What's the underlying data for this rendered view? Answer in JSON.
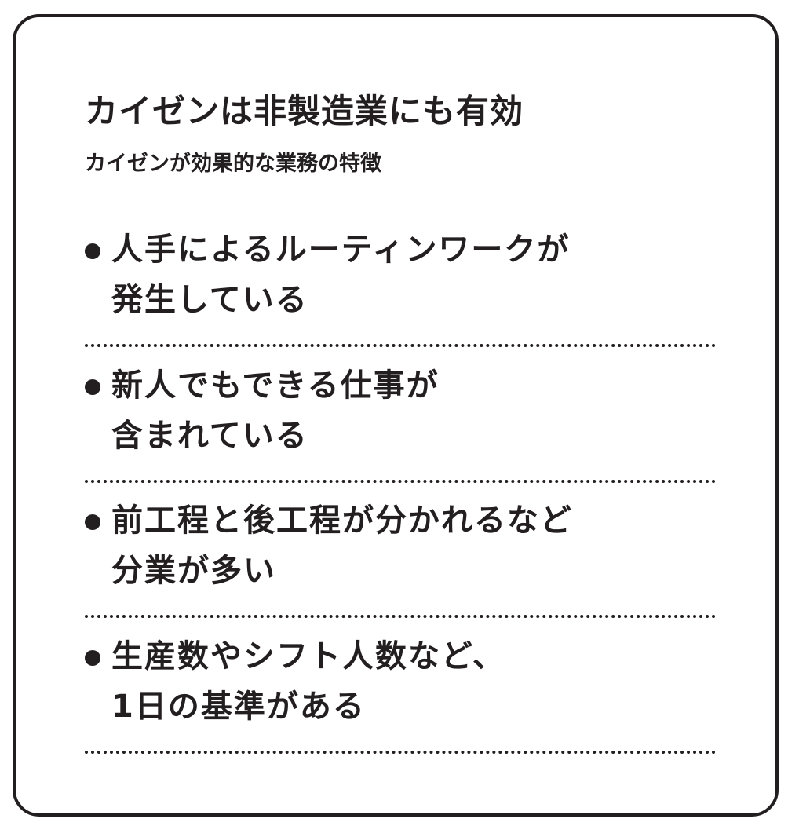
{
  "title": "カイゼンは非製造業にも有効",
  "subtitle": "カイゼンが効果的な業務の特徴",
  "items": [
    {
      "line1": "人手によるルーティンワークが",
      "line2": "発生している"
    },
    {
      "line1": "新人でもできる仕事が",
      "line2": "含まれている"
    },
    {
      "line1": "前工程と後工程が分かれるなど",
      "line2": "分業が多い"
    },
    {
      "line1": "生産数やシフト人数など、",
      "line2": "1日の基準がある"
    }
  ]
}
